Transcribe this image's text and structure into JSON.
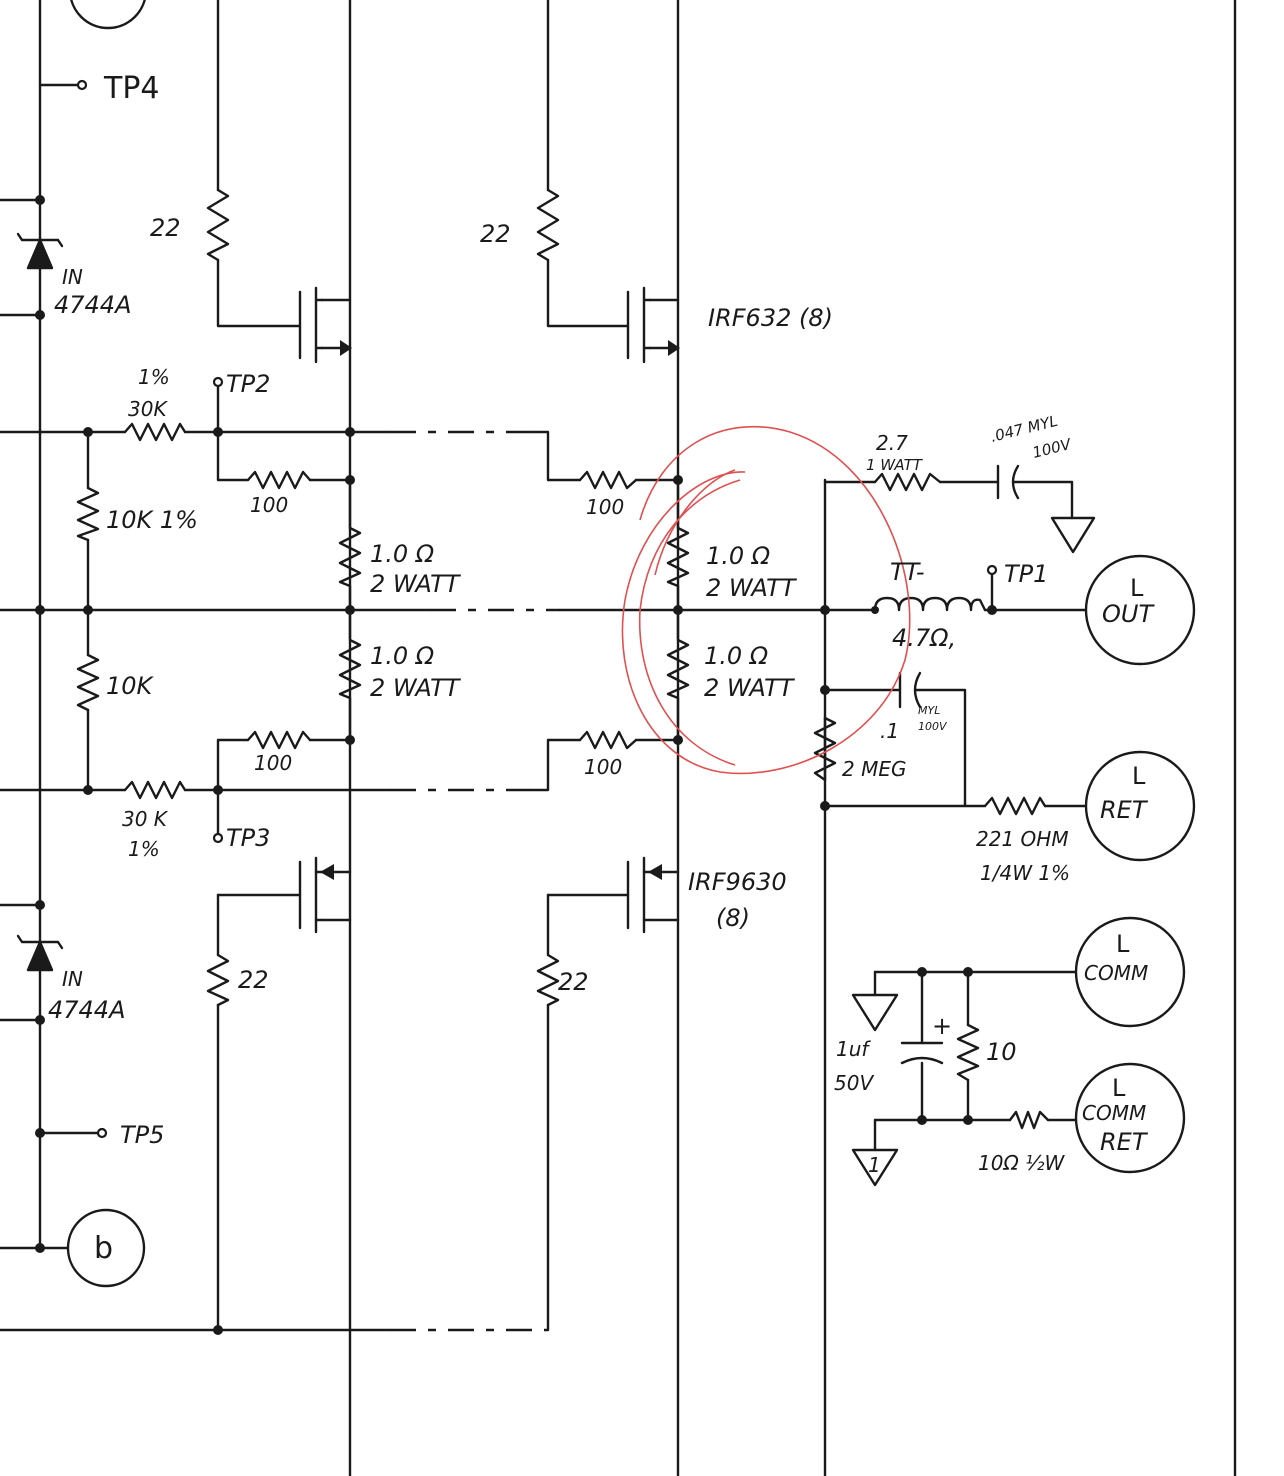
{
  "labels": {
    "tp4": "TP4",
    "tp2": "TP2",
    "tp3": "TP3",
    "tp5": "TP5",
    "tp1": "TP1",
    "r22_top_left": "22",
    "r22_top_right": "22",
    "r22_bot_left": "22",
    "r22_bot_right": "22",
    "zener_top_a": "IN",
    "zener_top_b": "4744A",
    "zener_bot_a": "IN",
    "zener_bot_b": "4744A",
    "mosfet_top": "IRF632 (8)",
    "mosfet_bot_a": "IRF9630",
    "mosfet_bot_b": "(8)",
    "pct_top": "1%",
    "r30k_top": "30K",
    "r10k_1pct": "10K 1%",
    "r10k": "10K",
    "r30k_bot": "30 K",
    "pct_bot": "1%",
    "r100_tl": "100",
    "r100_tr": "100",
    "r100_bl": "100",
    "r100_br": "100",
    "rs_tl_a": "1.0 Ω",
    "rs_tl_b": "2 WATT",
    "rs_bl_a": "1.0 Ω",
    "rs_bl_b": "2 WATT",
    "rs_tr_a": "1.0 Ω",
    "rs_tr_b": "2 WATT",
    "rs_br_a": "1.0 Ω",
    "rs_br_b": "2 WATT",
    "zobel_r_a": "2.7",
    "zobel_r_b": "1 WATT",
    "zobel_c_a": ".047 MYL",
    "zobel_c_b": "100V",
    "inductor_a": "TT-",
    "inductor_b": "4.7Ω,",
    "cap_01_a": ".1",
    "cap_01_b": "MYL",
    "cap_01_c": "100V",
    "r2meg": "2 MEG",
    "r221_a": "221 OHM",
    "r221_b": "1/4W 1%",
    "cap_1uf_a": "1uf",
    "cap_1uf_b": "50V",
    "cap_plus": "+",
    "r10": "10",
    "r10ohm": "10Ω ½W",
    "ground_mark": "1",
    "conn_out_a": "L",
    "conn_out_b": "OUT",
    "conn_ret_a": "L",
    "conn_ret_b": "RET",
    "conn_comm_a": "L",
    "conn_comm_b": "COMM",
    "conn_commret_a": "L",
    "conn_commret_b": "COMM",
    "conn_commret_c": "RET",
    "node_b": "b"
  },
  "colors": {
    "ink": "#1a1a1a",
    "markup": "#e05050",
    "paper": "#ffffff"
  }
}
